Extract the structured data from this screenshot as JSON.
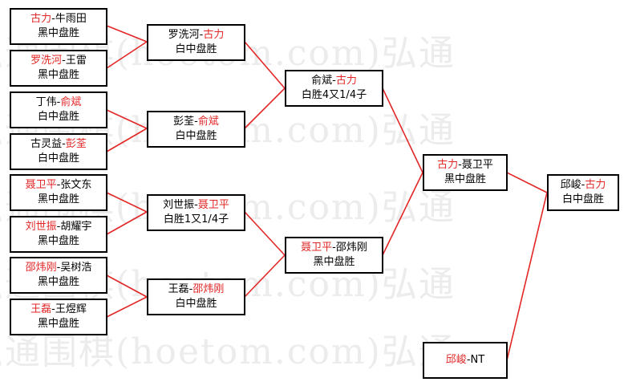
{
  "colors": {
    "winner": "#e32626",
    "connector": "#e32626",
    "border": "#000000"
  },
  "watermark": "弘通围棋(hoetom.com)弘通",
  "round1": [
    {
      "top": {
        "p1": "古力",
        "sep": "-",
        "p2": "牛雨田",
        "win": "p1"
      },
      "result": "黑中盘胜"
    },
    {
      "top": {
        "p1": "罗洗河",
        "sep": "-",
        "p2": "王雷",
        "win": "p1"
      },
      "result": "黑中盘胜"
    },
    {
      "top": {
        "p1": "丁伟",
        "sep": "-",
        "p2": "俞斌",
        "win": "p2"
      },
      "result": "白中盘胜"
    },
    {
      "top": {
        "p1": "古灵益",
        "sep": "-",
        "p2": "彭荃",
        "win": "p2"
      },
      "result": "白中盘胜"
    },
    {
      "top": {
        "p1": "聂卫平",
        "sep": "-",
        "p2": "张文东",
        "win": "p1"
      },
      "result": "黑中盘胜"
    },
    {
      "top": {
        "p1": "刘世振",
        "sep": "-",
        "p2": "胡耀宇",
        "win": "p1"
      },
      "result": "黑中盘胜"
    },
    {
      "top": {
        "p1": "邵炜刚",
        "sep": "-",
        "p2": "吴树浩",
        "win": "p1"
      },
      "result": "黑中盘胜"
    },
    {
      "top": {
        "p1": "王磊",
        "sep": "-",
        "p2": "王煜辉",
        "win": "p1"
      },
      "result": "黑中盘胜"
    }
  ],
  "round2": [
    {
      "top": {
        "p1": "罗洗河",
        "sep": "-",
        "p2": "古力",
        "win": "p2"
      },
      "result": "白中盘胜"
    },
    {
      "top": {
        "p1": "彭荃",
        "sep": "-",
        "p2": "俞斌",
        "win": "p2"
      },
      "result": "白中盘胜"
    },
    {
      "top": {
        "p1": "刘世振",
        "sep": "-",
        "p2": "聂卫平",
        "win": "p2"
      },
      "result": "白胜1又1/4子"
    },
    {
      "top": {
        "p1": "王磊",
        "sep": "-",
        "p2": "邵炜刚",
        "win": "p2"
      },
      "result": "白中盘胜"
    }
  ],
  "round3": [
    {
      "top": {
        "p1": "俞斌",
        "sep": "-",
        "p2": "古力",
        "win": "p2"
      },
      "result": "白胜4又1/4子"
    },
    {
      "top": {
        "p1": "聂卫平",
        "sep": "-",
        "p2": "邵炜刚",
        "win": "p1"
      },
      "result": "黑中盘胜"
    }
  ],
  "semifinal": [
    {
      "top": {
        "p1": "古力",
        "sep": "-",
        "p2": "聂卫平",
        "win": "p1"
      },
      "result": "黑中盘胜"
    },
    {
      "top": {
        "p1": "邱峻",
        "sep": "-",
        "p2": "NT",
        "win": "p1"
      },
      "result": ""
    }
  ],
  "final": {
    "top": {
      "p1": "邱峻",
      "sep": "-",
      "p2": "古力",
      "win": "p2"
    },
    "result": "白中盘胜"
  }
}
